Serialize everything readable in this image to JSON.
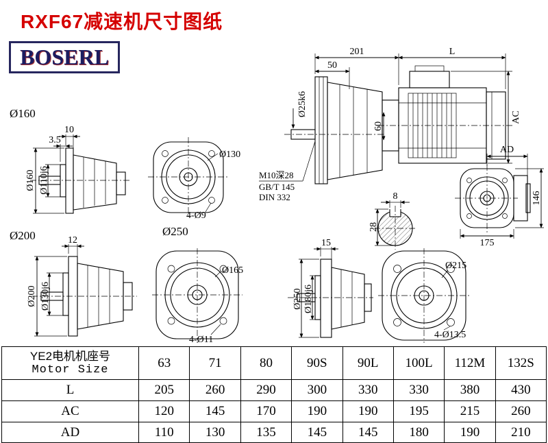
{
  "page": {
    "title": "RXF67减速机尺寸图纸",
    "logo_text": "BOSERL"
  },
  "group_labels": {
    "g160": "Ø160",
    "g200": "Ø200",
    "g250": "Ø250"
  },
  "assembly": {
    "dim_201": "201",
    "dim_L": "L",
    "dim_50": "50",
    "dim_shaft_dia": "Ø25k6",
    "dim_60": "60",
    "dim_AC": "AC"
  },
  "notes": {
    "tap": "M10深28",
    "std1": "GB/T 145",
    "std2": "DIN 332"
  },
  "keyway": {
    "dim_width": "8",
    "dim_depth": "28"
  },
  "view_rear": {
    "dim_AD": "AD",
    "dim_146": "146",
    "dim_175": "175"
  },
  "view160_side": {
    "dim_10": "10",
    "dim_3_5": "3.5",
    "dim_d160": "Ø160",
    "dim_d110": "Ø110j6"
  },
  "view160_front": {
    "dim_d130": "Ø130",
    "dim_holes": "4-Ø9"
  },
  "view200_side": {
    "dim_12": "12",
    "dim_d200": "Ø200",
    "dim_d130": "Ø130j6"
  },
  "view200_front": {
    "dim_d165": "Ø165",
    "dim_holes": "4-Ø11"
  },
  "view250_side": {
    "dim_15": "15",
    "dim_d250": "Ø250",
    "dim_d180": "Ø180j6"
  },
  "view250_front": {
    "dim_d215": "Ø215",
    "dim_holes": "4-Ø13.5"
  },
  "table": {
    "header": {
      "cn": "YE2电机机座号",
      "en": "Motor Size"
    },
    "motor_sizes": [
      "63",
      "71",
      "80",
      "90S",
      "90L",
      "100L",
      "112M",
      "132S"
    ],
    "rows": [
      {
        "label": "L",
        "values": [
          "205",
          "260",
          "290",
          "300",
          "330",
          "330",
          "380",
          "430"
        ]
      },
      {
        "label": "AC",
        "values": [
          "120",
          "145",
          "170",
          "190",
          "190",
          "195",
          "215",
          "260"
        ]
      },
      {
        "label": "AD",
        "values": [
          "110",
          "130",
          "135",
          "145",
          "145",
          "180",
          "190",
          "210"
        ]
      }
    ]
  }
}
